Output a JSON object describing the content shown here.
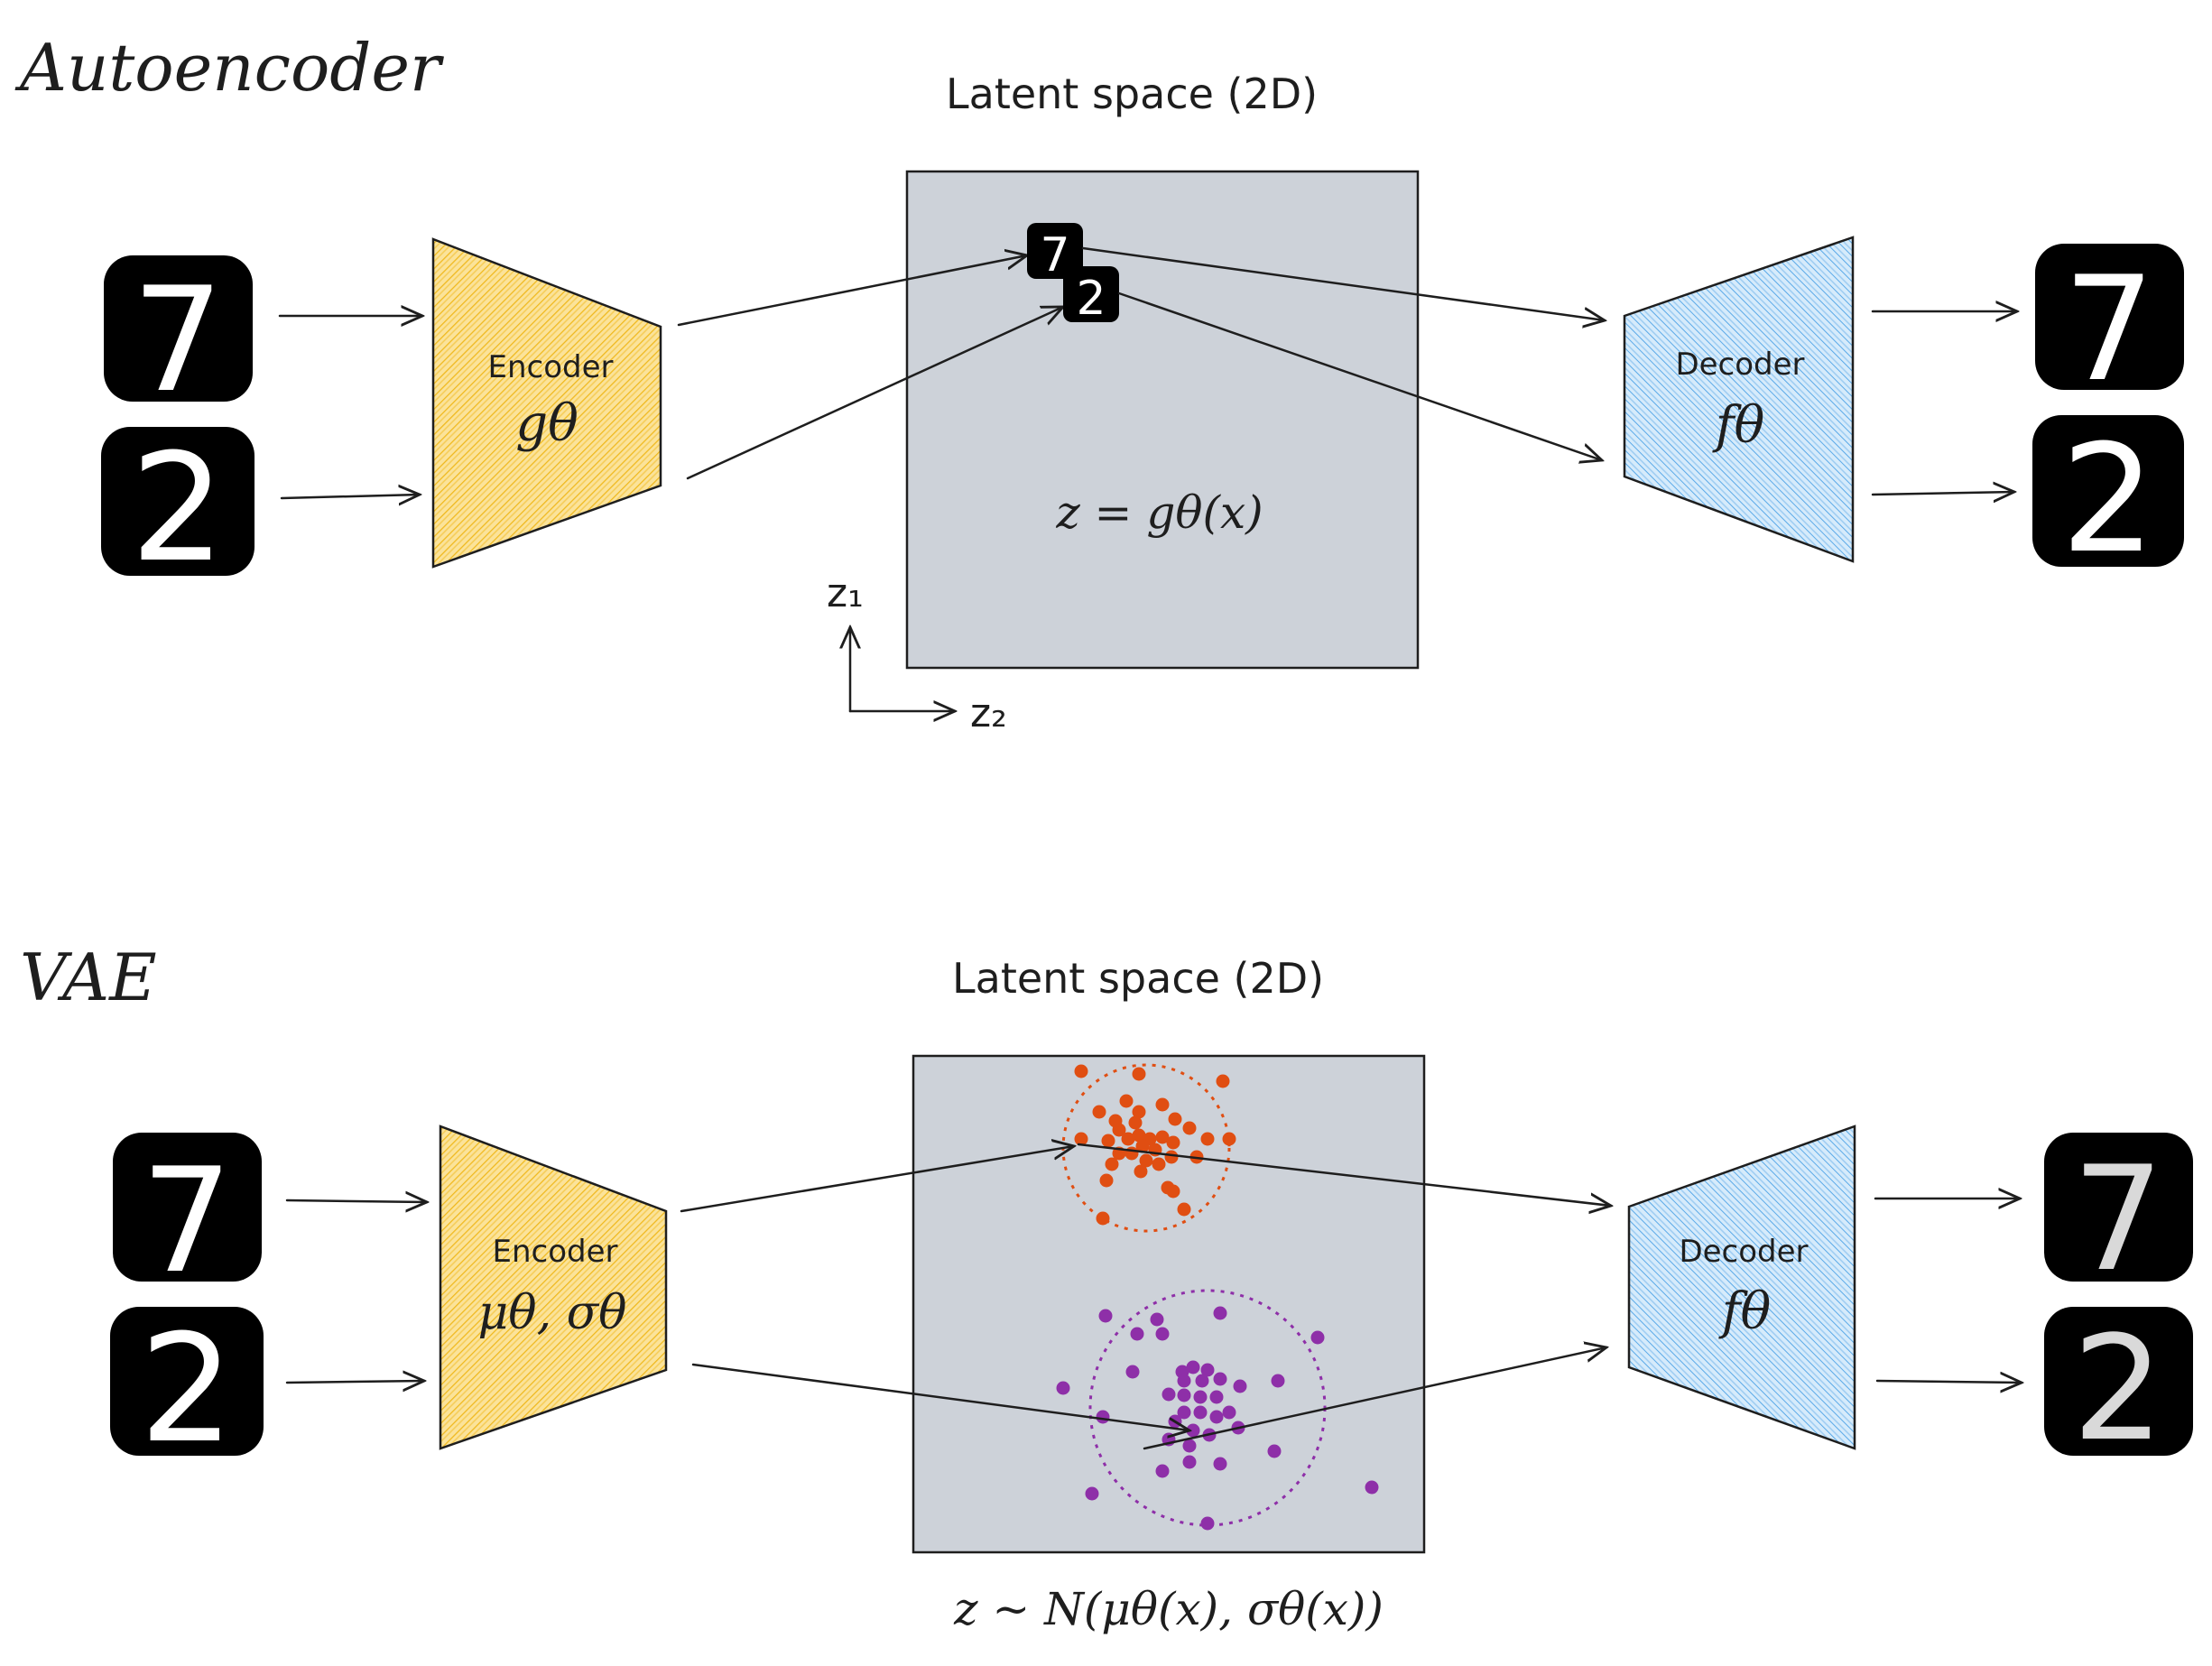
{
  "autoencoder": {
    "title": "Autoencoder",
    "latent_label": "Latent space (2D)",
    "encoder": {
      "label": "Encoder",
      "param": "gθ"
    },
    "decoder": {
      "label": "Decoder",
      "param": "fθ"
    },
    "equation": "z = gθ(x)",
    "axis_z1": "z₁",
    "axis_z2": "z₂",
    "inputs": [
      "7",
      "2"
    ],
    "latent_codes": [
      "7",
      "2"
    ],
    "outputs": [
      "7",
      "2"
    ]
  },
  "vae": {
    "title": "VAE",
    "latent_label": "Latent space (2D)",
    "encoder": {
      "label": "Encoder",
      "param": "μθ, σθ"
    },
    "decoder": {
      "label": "Decoder",
      "param": "fθ"
    },
    "equation": "z ~ N(μθ(x), σθ(x))",
    "inputs": [
      "7",
      "2"
    ],
    "outputs": [
      "7",
      "2"
    ]
  },
  "colors": {
    "encoder_fill": "#f5c842",
    "decoder_fill": "#a5d0f5",
    "latent_fill": "#cdd2d9",
    "cluster_7": "#e04e12",
    "cluster_2": "#8e2fa8",
    "digit_tile": "#000000"
  }
}
